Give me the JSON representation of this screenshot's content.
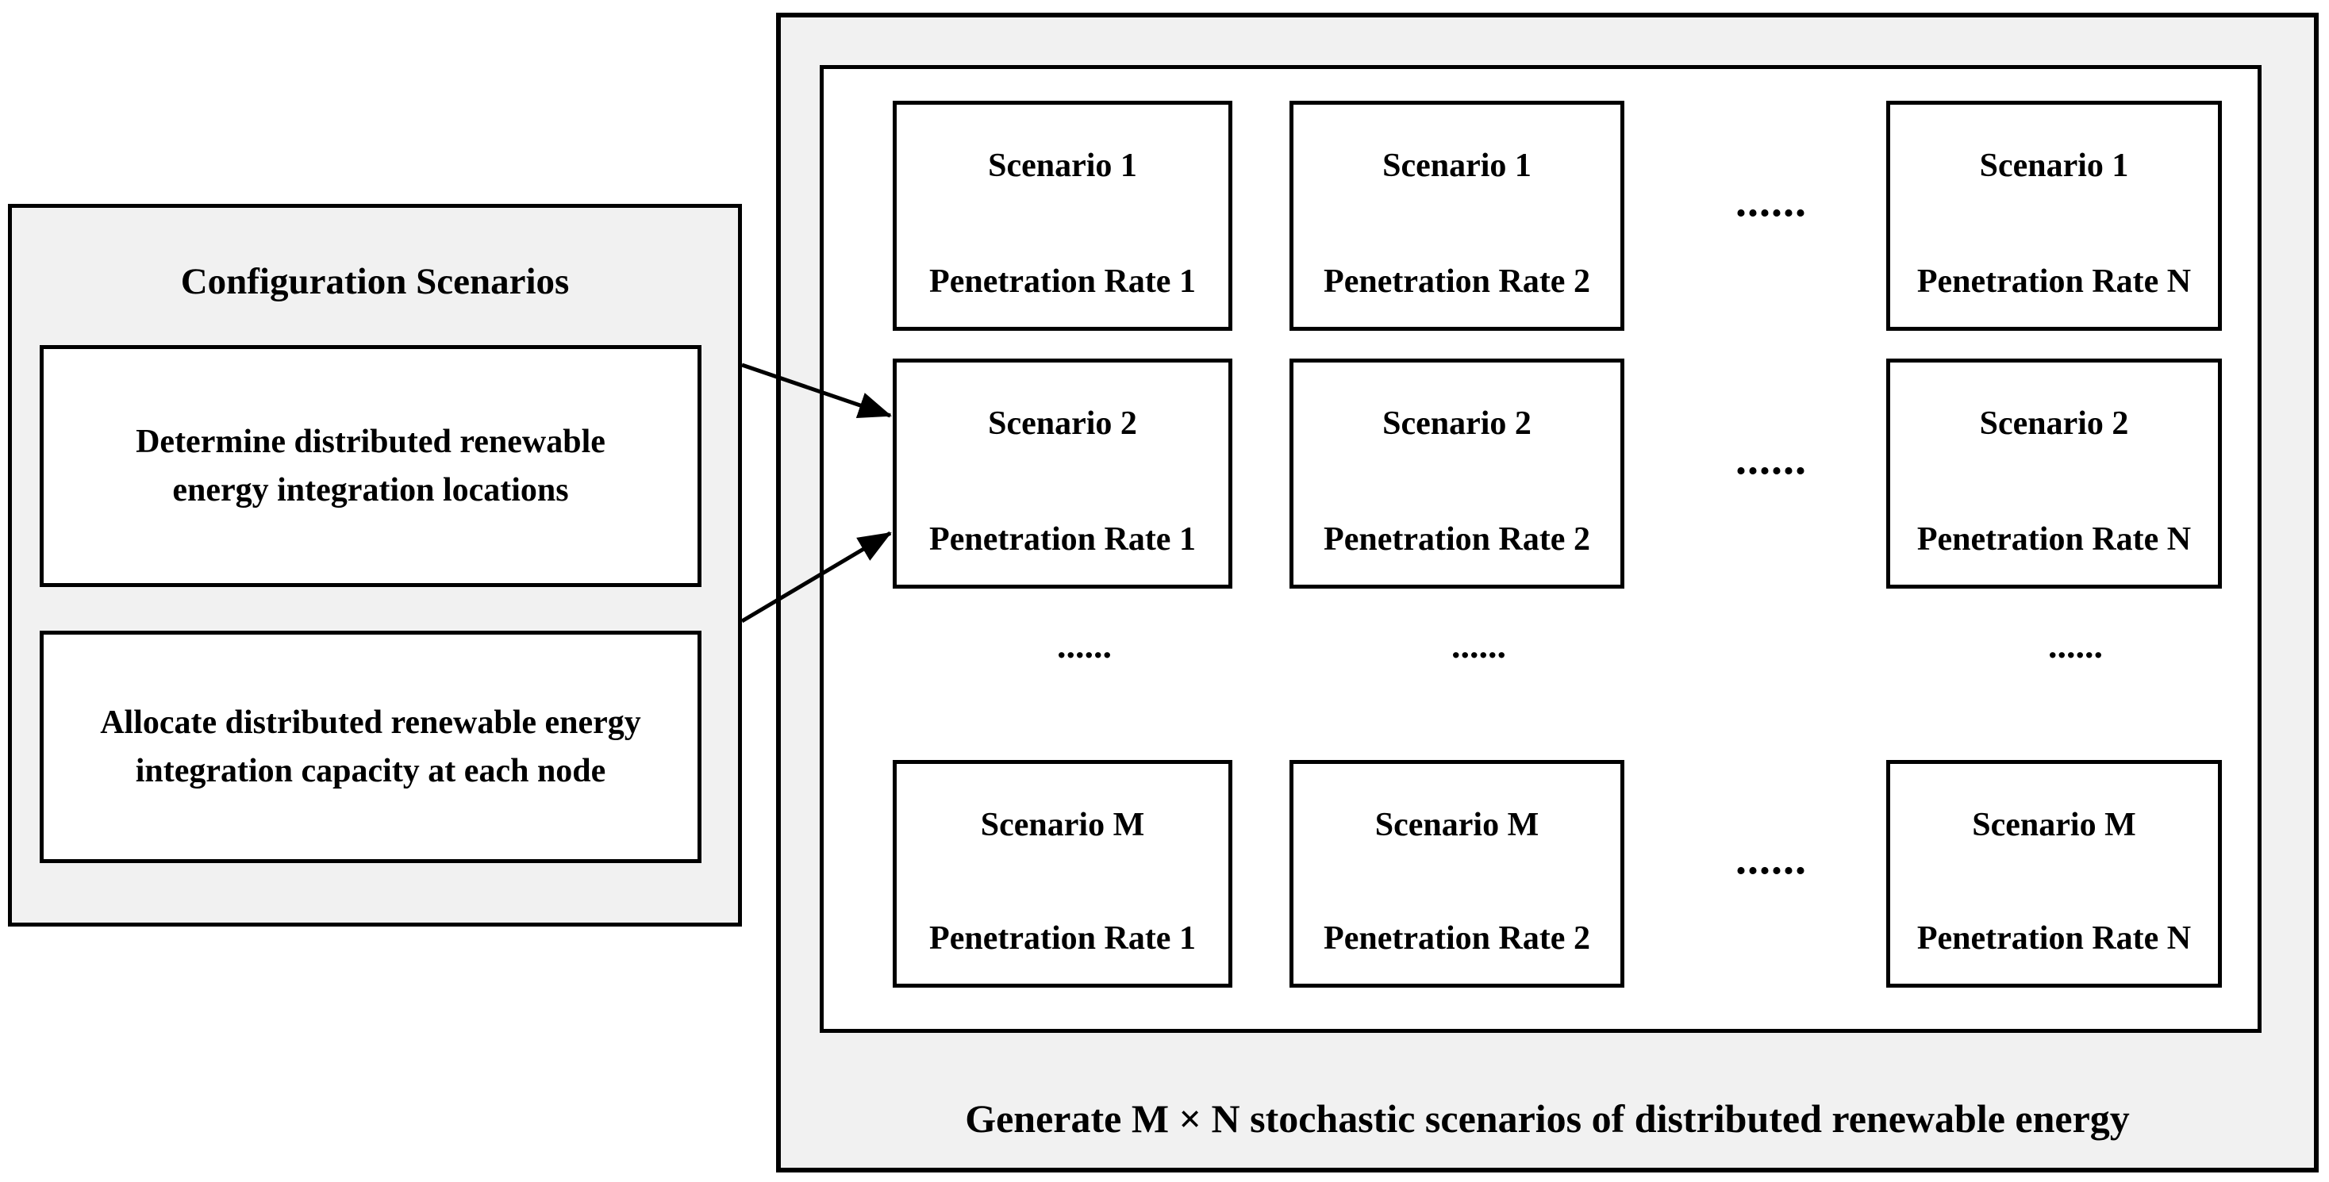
{
  "colors": {
    "panel-bg": "#f1f1f1",
    "box-bg": "#ffffff",
    "border": "#000000",
    "text": "#000000"
  },
  "left_panel": {
    "title": "Configuration Scenarios",
    "box1": "Determine distributed renewable\nenergy integration locations",
    "box2": "Allocate distributed renewable energy\nintegration capacity at each node"
  },
  "right_panel": {
    "caption": "Generate M × N stochastic scenarios of distributed renewable energy",
    "grid": {
      "rows": [
        {
          "ellipsis": "......",
          "cells": [
            {
              "line1": "Scenario 1",
              "line2": "Penetration Rate 1"
            },
            {
              "line1": "Scenario 1",
              "line2": "Penetration Rate 2"
            },
            {
              "line1": "Scenario 1",
              "line2": "Penetration Rate N"
            }
          ]
        },
        {
          "ellipsis": "......",
          "cells": [
            {
              "line1": "Scenario 2",
              "line2": "Penetration Rate 1"
            },
            {
              "line1": "Scenario 2",
              "line2": "Penetration Rate 2"
            },
            {
              "line1": "Scenario 2",
              "line2": "Penetration Rate N"
            }
          ]
        },
        {
          "ellipsis": "......",
          "cells": [
            {
              "line1": "Scenario M",
              "line2": "Penetration Rate 1"
            },
            {
              "line1": "Scenario M",
              "line2": "Penetration Rate 2"
            },
            {
              "line1": "Scenario M",
              "line2": "Penetration Rate N"
            }
          ]
        }
      ],
      "vertical_ellipses": [
        "......",
        "......",
        "......"
      ]
    }
  }
}
